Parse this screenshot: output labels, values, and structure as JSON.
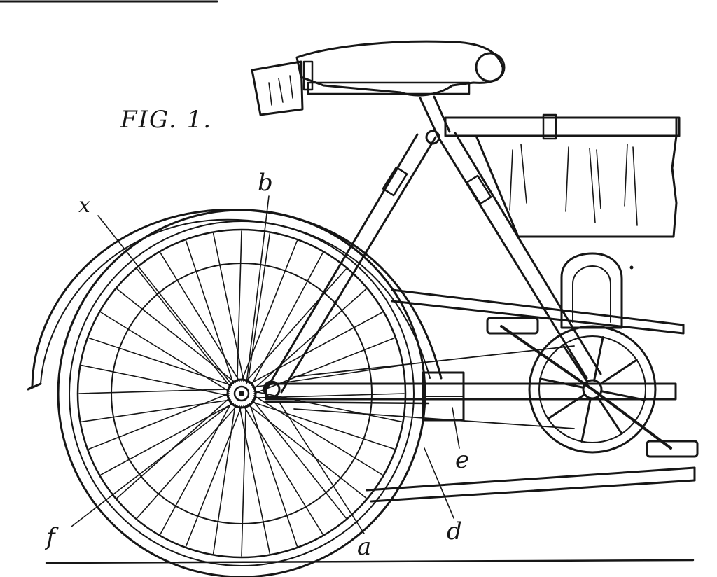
{
  "figure": {
    "title": "FIG. 1.",
    "ink_color": "#161616",
    "paper_color": "#ffffff"
  },
  "labels": {
    "x": "x",
    "b": "b",
    "f": "f",
    "a": "a",
    "d": "d",
    "e": "e"
  },
  "parts": {
    "wheel_spoke_count": 36,
    "sprocket_arm_count": 8
  }
}
